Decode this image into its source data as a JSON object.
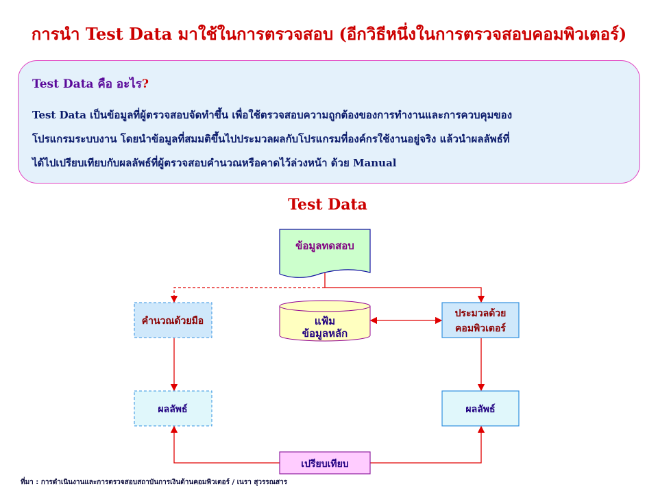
{
  "title": "การนำ Test Data มาใช้ในการตรวจสอบ (อีกวิธีหนึ่งในการตรวจสอบคอมพิวเตอร์)",
  "definition": {
    "question": "Test Data คือ อะไร",
    "question_mark": "?",
    "lines": [
      "Test Data เป็นข้อมูลที่ผู้ตรวจสอบจัดทำขึ้น เพื่อใช้ตรวจสอบความถูกต้องของการทำงานและการควบคุมของ",
      "โปรแกรมระบบงาน โดยนำข้อมูลที่สมมติขึ้นไปประมวลผลกับโปรแกรมที่องค์กรใช้งานอยู่จริง แล้วนำผลลัพธ์ที่",
      "ได้ไปเปรียบเทียบกับผลลัพธ์ที่ผู้ตรวจสอบคำนวณหรือคาดไว้ล่วงหน้า ด้วย Manual"
    ]
  },
  "diagram": {
    "title": "Test Data",
    "test_data": "ข้อมูลทดสอบ",
    "manual_calc": "คำนวณด้วยมือ",
    "master_file_1": "แฟ้ม",
    "master_file_2": "ข้อมูลหลัก",
    "computer_1": "ประมวลด้วย",
    "computer_2": "คอมพิวเตอร์",
    "result_left": "ผลลัพธ์",
    "result_right": "ผลลัพธ์",
    "compare": "เปรียบเทียบ"
  },
  "footer": "ที่มา : การดำเนินงานและการตรวจสอบสถาบันการเงินด้านคอมพิวเตอร์ / เนรา สุวรรณสาร"
}
